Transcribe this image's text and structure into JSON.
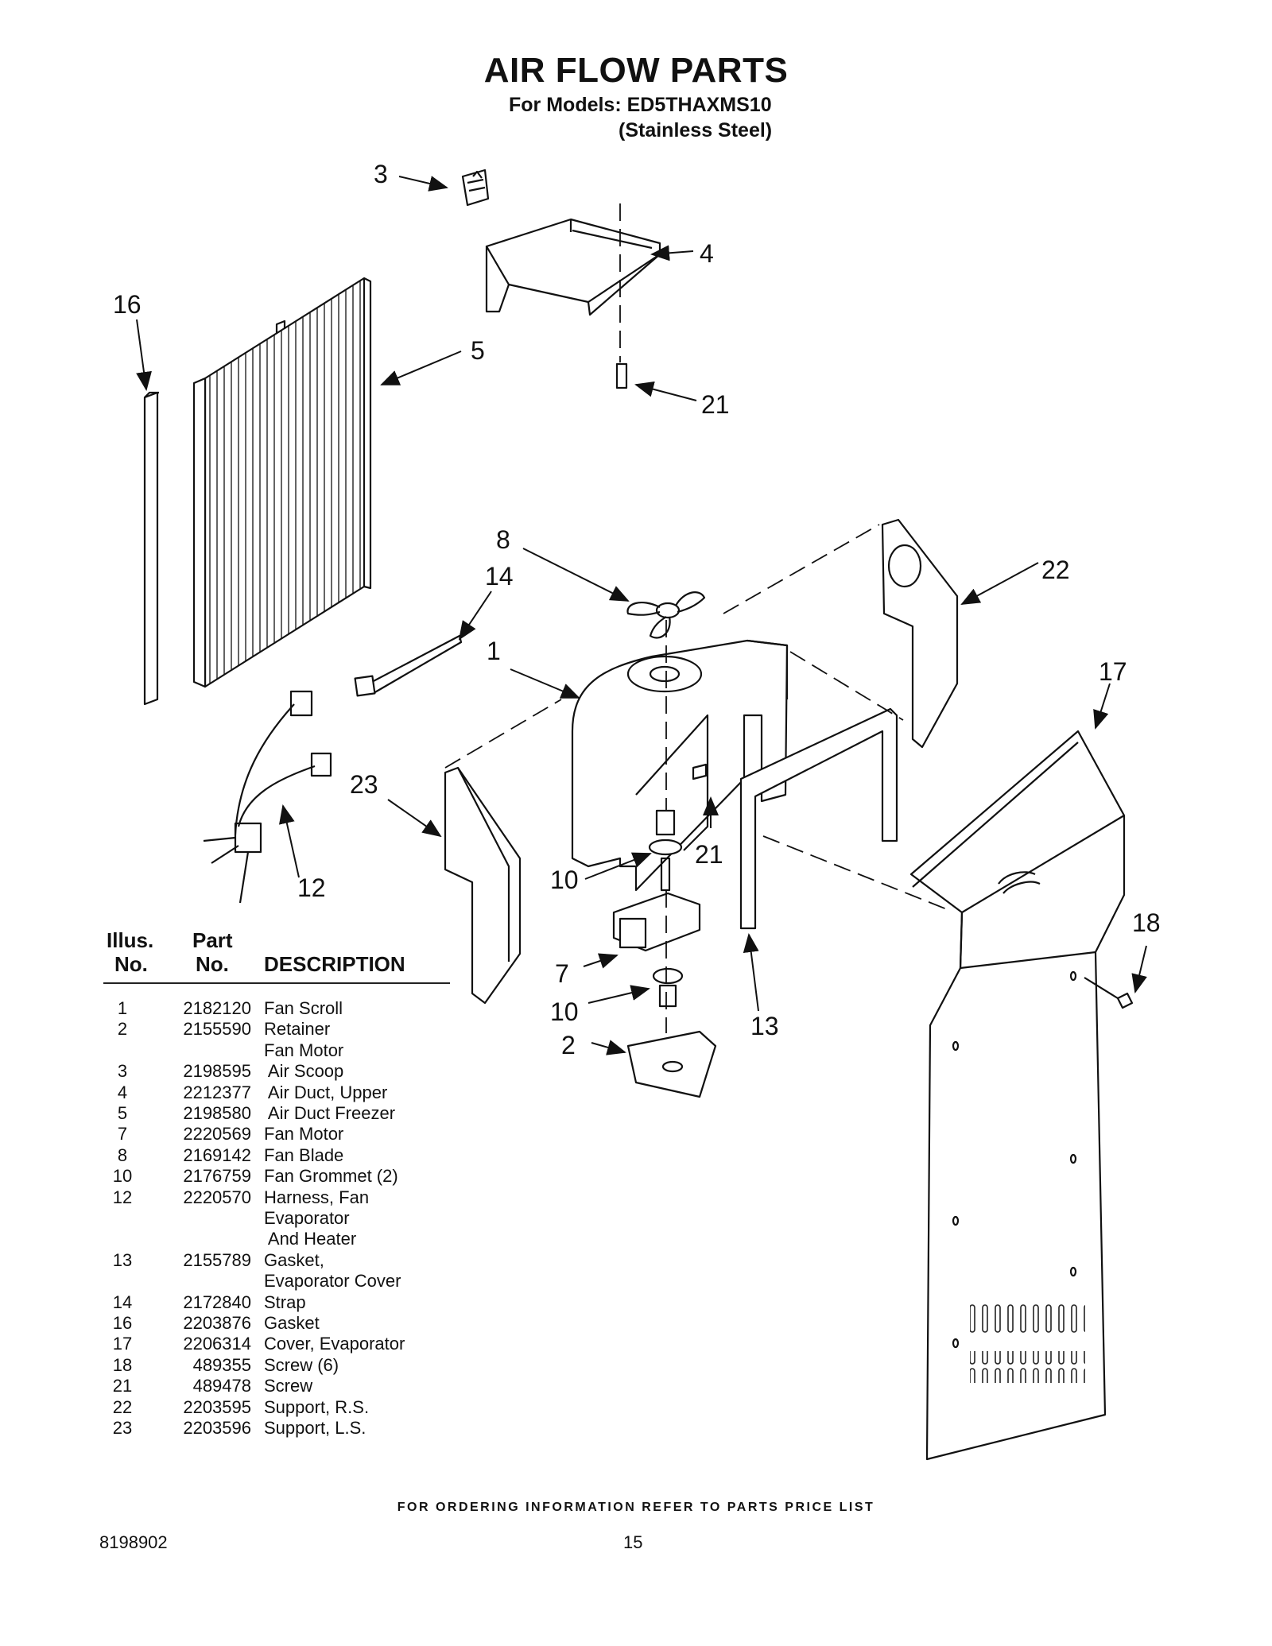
{
  "header": {
    "title": "AIR FLOW PARTS",
    "subtitle": "For Models: ED5THAXMS10",
    "subtitle2": "(Stainless Steel)"
  },
  "callouts": {
    "c3": "3",
    "c4": "4",
    "c16": "16",
    "c5": "5",
    "c21a": "21",
    "c8": "8",
    "c14": "14",
    "c22": "22",
    "c1": "1",
    "c17": "17",
    "c23": "23",
    "c21b": "21",
    "c12": "12",
    "c10a": "10",
    "c18": "18",
    "c7": "7",
    "c10b": "10",
    "c13": "13",
    "c2": "2"
  },
  "table": {
    "head_illus": "Illus.",
    "head_illus2": "No.",
    "head_part": "Part",
    "head_part2": "No.",
    "head_desc": "DESCRIPTION",
    "rows": [
      {
        "no": "1",
        "part": "2182120",
        "desc": "Fan Scroll"
      },
      {
        "no": "2",
        "part": "2155590",
        "desc": "Retainer"
      },
      {
        "no": "",
        "part": "",
        "desc": "Fan Motor"
      },
      {
        "no": "3",
        "part": "2198595",
        "desc": " Air Scoop"
      },
      {
        "no": "4",
        "part": "2212377",
        "desc": " Air Duct, Upper"
      },
      {
        "no": "5",
        "part": "2198580",
        "desc": " Air Duct Freezer"
      },
      {
        "no": "7",
        "part": "2220569",
        "desc": "Fan Motor"
      },
      {
        "no": "8",
        "part": "2169142",
        "desc": "Fan Blade"
      },
      {
        "no": "10",
        "part": "2176759",
        "desc": "Fan Grommet (2)"
      },
      {
        "no": "12",
        "part": "2220570",
        "desc": "Harness, Fan"
      },
      {
        "no": "",
        "part": "",
        "desc": "Evaporator"
      },
      {
        "no": "",
        "part": "",
        "desc": " And Heater"
      },
      {
        "no": "13",
        "part": "2155789",
        "desc": "Gasket,"
      },
      {
        "no": "",
        "part": "",
        "desc": "Evaporator Cover"
      },
      {
        "no": "14",
        "part": "2172840",
        "desc": "Strap"
      },
      {
        "no": "16",
        "part": "2203876",
        "desc": "Gasket"
      },
      {
        "no": "17",
        "part": "2206314",
        "desc": "Cover, Evaporator"
      },
      {
        "no": "18",
        "part": "489355",
        "desc": "Screw (6)"
      },
      {
        "no": "21",
        "part": "489478",
        "desc": "Screw"
      },
      {
        "no": "22",
        "part": "2203595",
        "desc": "Support, R.S."
      },
      {
        "no": "23",
        "part": "2203596",
        "desc": "Support, L.S."
      }
    ]
  },
  "footer": {
    "ordering": "FOR ORDERING INFORMATION REFER TO PARTS PRICE LIST",
    "doc_number": "8198902",
    "page_number": "15"
  }
}
